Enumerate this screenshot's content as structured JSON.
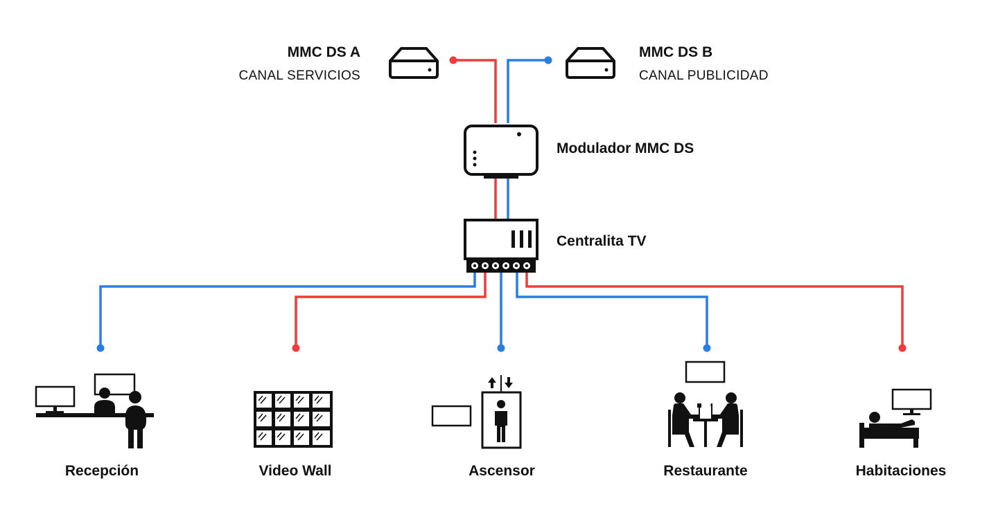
{
  "colors": {
    "line_red": "#ef3b3b",
    "line_blue": "#2a7de1",
    "ink": "#111111"
  },
  "sources": [
    {
      "title": "MMC DS A",
      "subtitle": "CANAL SERVICIOS",
      "icon": "hard-drive-icon",
      "line_color": "red"
    },
    {
      "title": "MMC DS B",
      "subtitle": "CANAL PUBLICIDAD",
      "icon": "hard-drive-icon",
      "line_color": "blue"
    }
  ],
  "modulator": {
    "label": "Modulador MMC DS",
    "icon": "modulator-box-icon"
  },
  "headend": {
    "label": "Centralita TV",
    "icon": "tv-headend-icon"
  },
  "destinations": [
    {
      "label": "Recepción",
      "icon": "reception-desk-icon",
      "line_color": "blue"
    },
    {
      "label": "Video Wall",
      "icon": "video-wall-icon",
      "line_color": "red"
    },
    {
      "label": "Ascensor",
      "icon": "elevator-icon",
      "line_color": "blue"
    },
    {
      "label": "Restaurante",
      "icon": "restaurant-icon",
      "line_color": "blue"
    },
    {
      "label": "Habitaciones",
      "icon": "hotel-room-icon",
      "line_color": "red"
    }
  ]
}
